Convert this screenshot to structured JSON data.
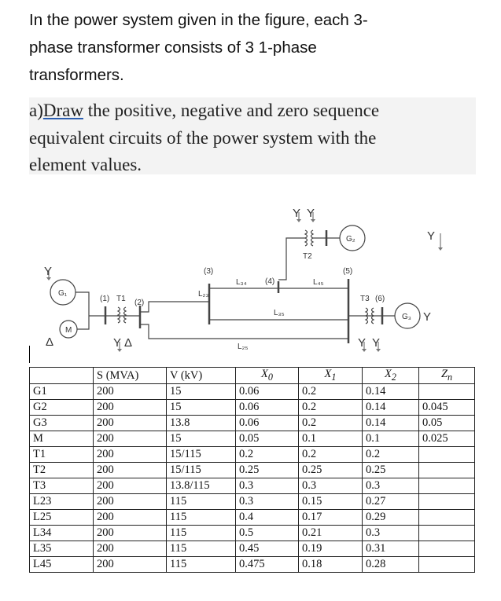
{
  "intro": [
    "In the power system given in the figure, each 3-",
    "phase transformer consists of 3 1-phase",
    "transformers."
  ],
  "question": {
    "prefix": "a)",
    "verb": "Draw",
    "rest_line1": " the positive, negative and zero sequence",
    "line2": "equivalent circuits of the power system with the",
    "line3": "element values."
  },
  "diagram": {
    "G1": "G₁",
    "M": "M",
    "G2": "G₂",
    "G3": "G₃",
    "T1": "T1",
    "T2": "T2",
    "T3": "T3",
    "bus1": "(1)",
    "bus2": "(2)",
    "bus3": "(3)",
    "bus4": "(4)",
    "bus5": "(5)",
    "bus6": "(6)",
    "L23": "L₂₃",
    "L34": "L₃₄",
    "L45": "L₄₅",
    "L35": "L₃₅",
    "L25": "L₂₅",
    "delta": "Δ",
    "wye": "Y"
  },
  "table": {
    "headers": [
      "",
      "S (MVA)",
      "V (kV)",
      "X0",
      "X1",
      "X2",
      "Zn"
    ],
    "rows": [
      [
        "G1",
        "200",
        "15",
        "0.06",
        "0.2",
        "0.14",
        ""
      ],
      [
        "G2",
        "200",
        "15",
        "0.06",
        "0.2",
        "0.14",
        "0.045"
      ],
      [
        "G3",
        "200",
        "13.8",
        "0.06",
        "0.2",
        "0.14",
        "0.05"
      ],
      [
        "M",
        "200",
        "15",
        "0.05",
        "0.1",
        "0.1",
        "0.025"
      ],
      [
        "T1",
        "200",
        "15/115",
        "0.2",
        "0.2",
        "0.2",
        ""
      ],
      [
        "T2",
        "200",
        "15/115",
        "0.25",
        "0.25",
        "0.25",
        ""
      ],
      [
        "T3",
        "200",
        "13.8/115",
        "0.3",
        "0.3",
        "0.3",
        ""
      ],
      [
        "L23",
        "200",
        "115",
        "0.3",
        "0.15",
        "0.27",
        ""
      ],
      [
        "L25",
        "200",
        "115",
        "0.4",
        "0.17",
        "0.29",
        ""
      ],
      [
        "L34",
        "200",
        "115",
        "0.5",
        "0.21",
        "0.3",
        ""
      ],
      [
        "L35",
        "200",
        "115",
        "0.45",
        "0.19",
        "0.31",
        ""
      ],
      [
        "L45",
        "200",
        "115",
        "0.475",
        "0.18",
        "0.28",
        ""
      ]
    ]
  }
}
